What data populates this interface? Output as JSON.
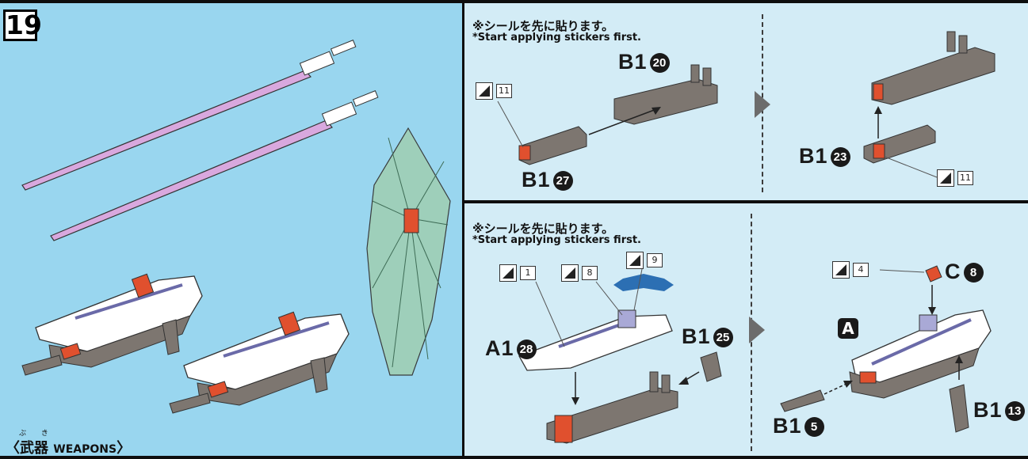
{
  "step": {
    "number": "19"
  },
  "section_title": {
    "bracket_open": "〈",
    "jp": "武器",
    "en": "WEAPONS",
    "bracket_close": "〉",
    "ruby": "ぶ き"
  },
  "notes": {
    "top": {
      "jp": "※シールを先に貼ります。",
      "en": "*Start applying stickers first."
    },
    "bottom": {
      "jp": "※シールを先に貼ります。",
      "en": "*Start applying stickers first."
    }
  },
  "part_labels": {
    "b1_20": {
      "prefix": "B1",
      "num": "20"
    },
    "b1_27": {
      "prefix": "B1",
      "num": "27"
    },
    "b1_23": {
      "prefix": "B1",
      "num": "23"
    },
    "a1_28": {
      "prefix": "A1",
      "num": "28"
    },
    "b1_25": {
      "prefix": "B1",
      "num": "25"
    },
    "c_8": {
      "prefix": "C",
      "num": "8"
    },
    "b1_5": {
      "prefix": "B1",
      "num": "5"
    },
    "b1_13": {
      "prefix": "B1",
      "num": "13"
    }
  },
  "assembly_marker": "A",
  "stickers": {
    "s11_top": "11",
    "s11_right": "11",
    "s1": "1",
    "s8": "8",
    "s9": "9",
    "s4": "4"
  },
  "colors": {
    "left_bg": "#99d6ef",
    "right_bg": "#d3ecf6",
    "part_gray": "#7d7670",
    "accent_red": "#e0502e",
    "beam_pink": "#d9a8de",
    "shield_green": "#9fcfb8",
    "arrow_gray": "#6c6c6c"
  }
}
